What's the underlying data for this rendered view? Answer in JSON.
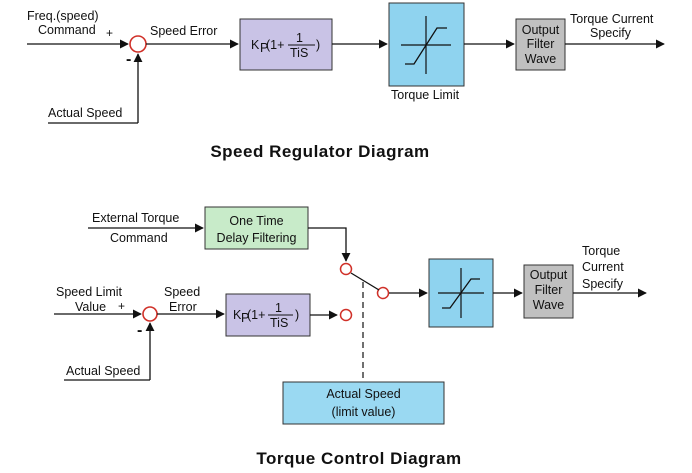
{
  "speed_regulator": {
    "title": "Speed Regulator Diagram",
    "input_label_line1": "Freq.(speed)",
    "input_label_line2": "Command",
    "plus_sign": "+",
    "minus_sign": "-",
    "error_label": "Speed Error",
    "pi_block": {
      "k": "K",
      "p": "P",
      "prefix": "(1+",
      "num": "1",
      "den": "TiS",
      "suffix": ")"
    },
    "torque_limit_label": "Torque Limit",
    "filter_block": [
      "Output",
      "Filter",
      "Wave"
    ],
    "output_label_line1": "Torque Current",
    "output_label_line2": "Specify",
    "feedback_label": "Actual Speed"
  },
  "torque_control": {
    "title": "Torque Control Diagram",
    "ext_label_line1": "External Torque",
    "ext_label_line2": "Command",
    "delay_block": [
      "One Time",
      "Delay Filtering"
    ],
    "speed_limit_line1": "Speed Limit",
    "speed_limit_line2": "Value",
    "plus_sign": "+",
    "minus_sign": "-",
    "error_line1": "Speed",
    "error_line2": "Error",
    "pi_block": {
      "k": "K",
      "p": "P",
      "prefix": "(1+",
      "num": "1",
      "den": "TiS",
      "suffix": ")"
    },
    "filter_block": [
      "Output",
      "Filter",
      "Wave"
    ],
    "output_line1": "Torque",
    "output_line2": "Current",
    "output_line3": "Specify",
    "feedback_label": "Actual Speed",
    "actual_block": [
      "Actual Speed",
      "(limit value)"
    ]
  },
  "colors": {
    "pi_fill": "#c9c3e6",
    "limit_fill": "#8fd3ef",
    "filter_fill": "#c0c0c0",
    "delay_fill": "#c8ebc9",
    "actual_fill": "#9ad9f2",
    "node_stroke": "#d03028"
  }
}
